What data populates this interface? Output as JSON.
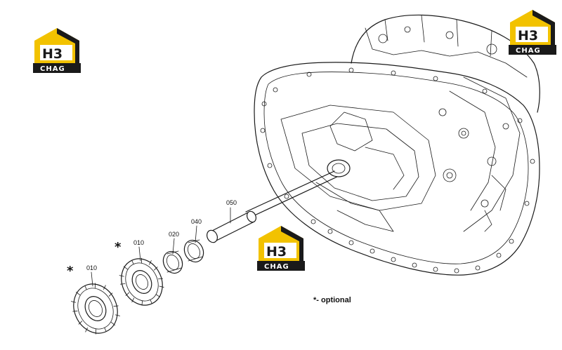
{
  "logos": [
    {
      "id": "top-left",
      "letters": "H3",
      "sub": "CHAG"
    },
    {
      "id": "top-right",
      "letters": "H3",
      "sub": "CHAG"
    },
    {
      "id": "center",
      "letters": "H3",
      "sub": "CHAG"
    }
  ],
  "callouts": {
    "p050": "050",
    "p040": "040",
    "p020": "020",
    "p010a": "010",
    "p010b": "010"
  },
  "markers": {
    "star1": "*",
    "star2": "*"
  },
  "legend": {
    "optional": "*- optional"
  },
  "colors": {
    "logo_yellow": "#f2c200",
    "logo_dark": "#1a1a1a",
    "line": "#1a1a1a"
  }
}
